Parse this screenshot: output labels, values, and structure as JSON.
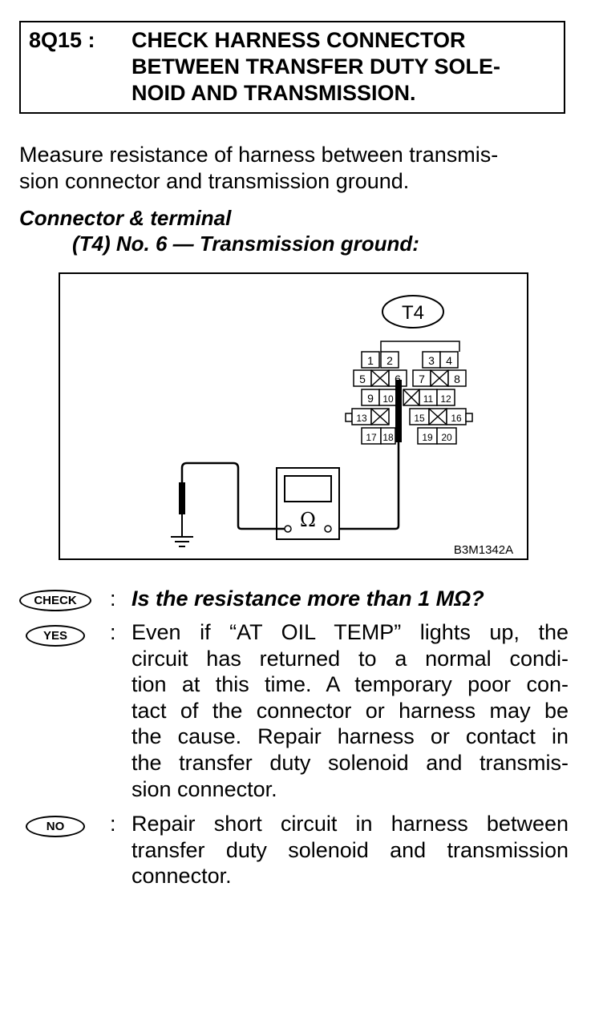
{
  "header": {
    "step_id": "8Q15 :",
    "title_lines": [
      "CHECK HARNESS CONNECTOR",
      "BETWEEN TRANSFER DUTY SOLE-",
      "NOID AND TRANSMISSION."
    ]
  },
  "instruction_lines": [
    "Measure resistance of harness between transmis-",
    "sion connector and transmission ground."
  ],
  "spec": {
    "label": "Connector & terminal",
    "value": "(T4) No. 6 — Transmission ground:"
  },
  "figure": {
    "connector_label": "T4",
    "terminals_row1": [
      "1",
      "2",
      "3",
      "4"
    ],
    "terminals_row2": [
      "5",
      "6",
      "7",
      "8"
    ],
    "terminals_row3": [
      "9",
      "10",
      "11",
      "12"
    ],
    "terminals_row4": [
      "13",
      "15",
      "16"
    ],
    "terminals_row5": [
      "17",
      "18",
      "19",
      "20"
    ],
    "meter_symbol": "Ω",
    "figure_code": "B3M1342A"
  },
  "check": {
    "badge": "CHECK",
    "colon": ":",
    "question": "Is the resistance more than 1 MΩ?"
  },
  "yes": {
    "badge": "YES",
    "colon": ":",
    "lines": [
      "Even if “AT OIL TEMP” lights up, the",
      "circuit has returned to a normal condi-",
      "tion at this time. A temporary poor con-",
      "tact of the connector or harness may be",
      "the cause. Repair harness or contact in",
      "the transfer duty solenoid and transmis-",
      "sion connector."
    ]
  },
  "no": {
    "badge": "NO",
    "colon": ":",
    "lines": [
      "Repair short circuit in harness between",
      "transfer duty solenoid and transmission",
      "connector."
    ]
  }
}
